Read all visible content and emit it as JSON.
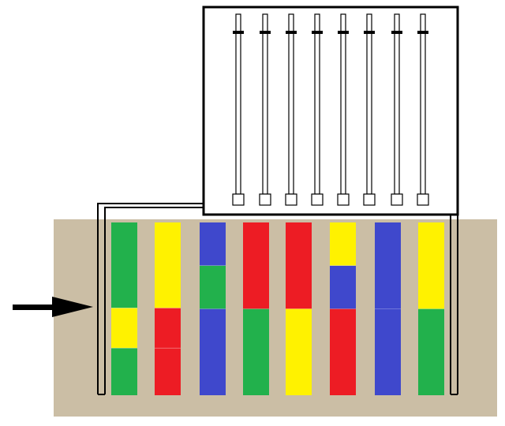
{
  "colors": {
    "background": "#ffffff",
    "ground": "#cbbea5",
    "green": "#22b14c",
    "yellow": "#fff200",
    "red": "#ed1c24",
    "blue": "#3f48cc",
    "outline": "#000000",
    "probe": "#ffffff"
  },
  "probe_count": 8,
  "arrow": {
    "direction": "right"
  },
  "columns": [
    {
      "layers": [
        {
          "color": "green",
          "fraction": 0.495
        },
        {
          "color": "yellow",
          "fraction": 0.232
        },
        {
          "color": "green",
          "fraction": 0.273
        }
      ]
    },
    {
      "layers": [
        {
          "color": "yellow",
          "fraction": 0.495
        },
        {
          "color": "red",
          "fraction": 0.232
        },
        {
          "color": "red",
          "fraction": 0.273
        }
      ]
    },
    {
      "layers": [
        {
          "color": "blue",
          "fraction": 0.25
        },
        {
          "color": "green",
          "fraction": 0.25
        },
        {
          "color": "blue",
          "fraction": 0.5
        }
      ]
    },
    {
      "layers": [
        {
          "color": "red",
          "fraction": 0.5
        },
        {
          "color": "green",
          "fraction": 0.5
        }
      ]
    },
    {
      "layers": [
        {
          "color": "red",
          "fraction": 0.5
        },
        {
          "color": "yellow",
          "fraction": 0.5
        }
      ]
    },
    {
      "layers": [
        {
          "color": "yellow",
          "fraction": 0.25
        },
        {
          "color": "blue",
          "fraction": 0.25
        },
        {
          "color": "red",
          "fraction": 0.5
        }
      ]
    },
    {
      "layers": [
        {
          "color": "blue",
          "fraction": 0.5
        },
        {
          "color": "blue",
          "fraction": 0.5
        }
      ]
    },
    {
      "layers": [
        {
          "color": "yellow",
          "fraction": 0.5
        },
        {
          "color": "green",
          "fraction": 0.5
        }
      ]
    }
  ]
}
